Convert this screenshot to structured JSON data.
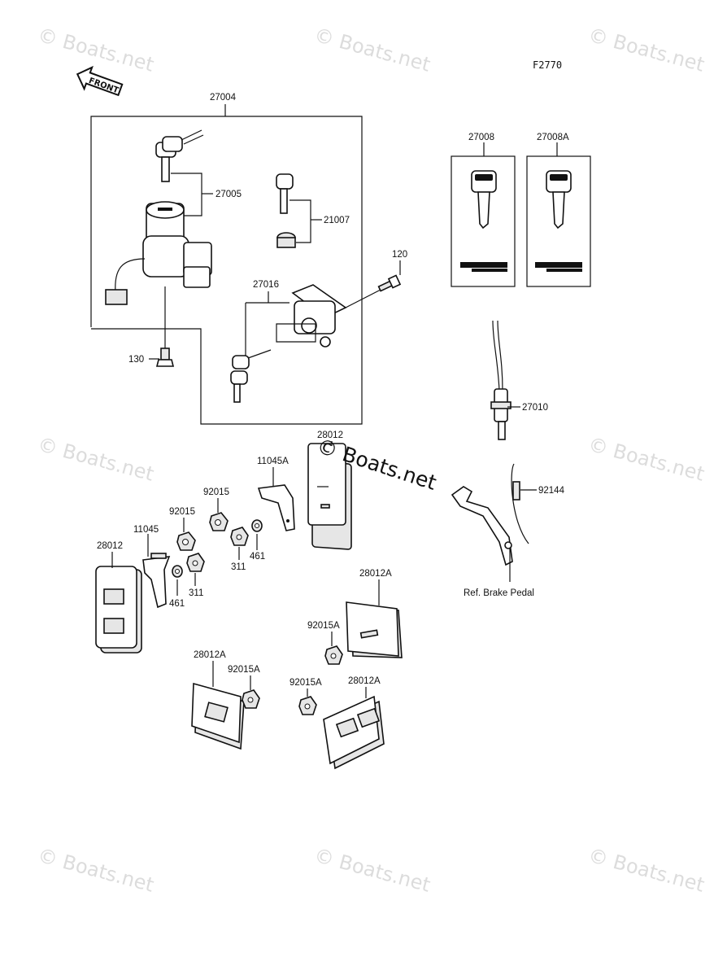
{
  "figure_code": "F2770",
  "direction_label": "FRONT",
  "watermark": "© Boats.net",
  "reference_note": "Ref. Brake Pedal",
  "parts": {
    "p27004": "27004",
    "p27005": "27005",
    "p21007": "21007",
    "p120": "120",
    "p27016": "27016",
    "p130": "130",
    "p27008": "27008",
    "p27008A": "27008A",
    "p27010": "27010",
    "p92144": "92144",
    "p28012_top": "28012",
    "p11045A": "11045A",
    "p92015_a": "92015",
    "p92015_b": "92015",
    "p11045": "11045",
    "p28012_left": "28012",
    "p311_a": "311",
    "p461_a": "461",
    "p311_b": "311",
    "p461_b": "461",
    "p28012A_a": "28012A",
    "p92015A_a": "92015A",
    "p28012A_b": "28012A",
    "p92015A_b": "92015A",
    "p92015A_c": "92015A",
    "p28012A_c": "28012A"
  }
}
